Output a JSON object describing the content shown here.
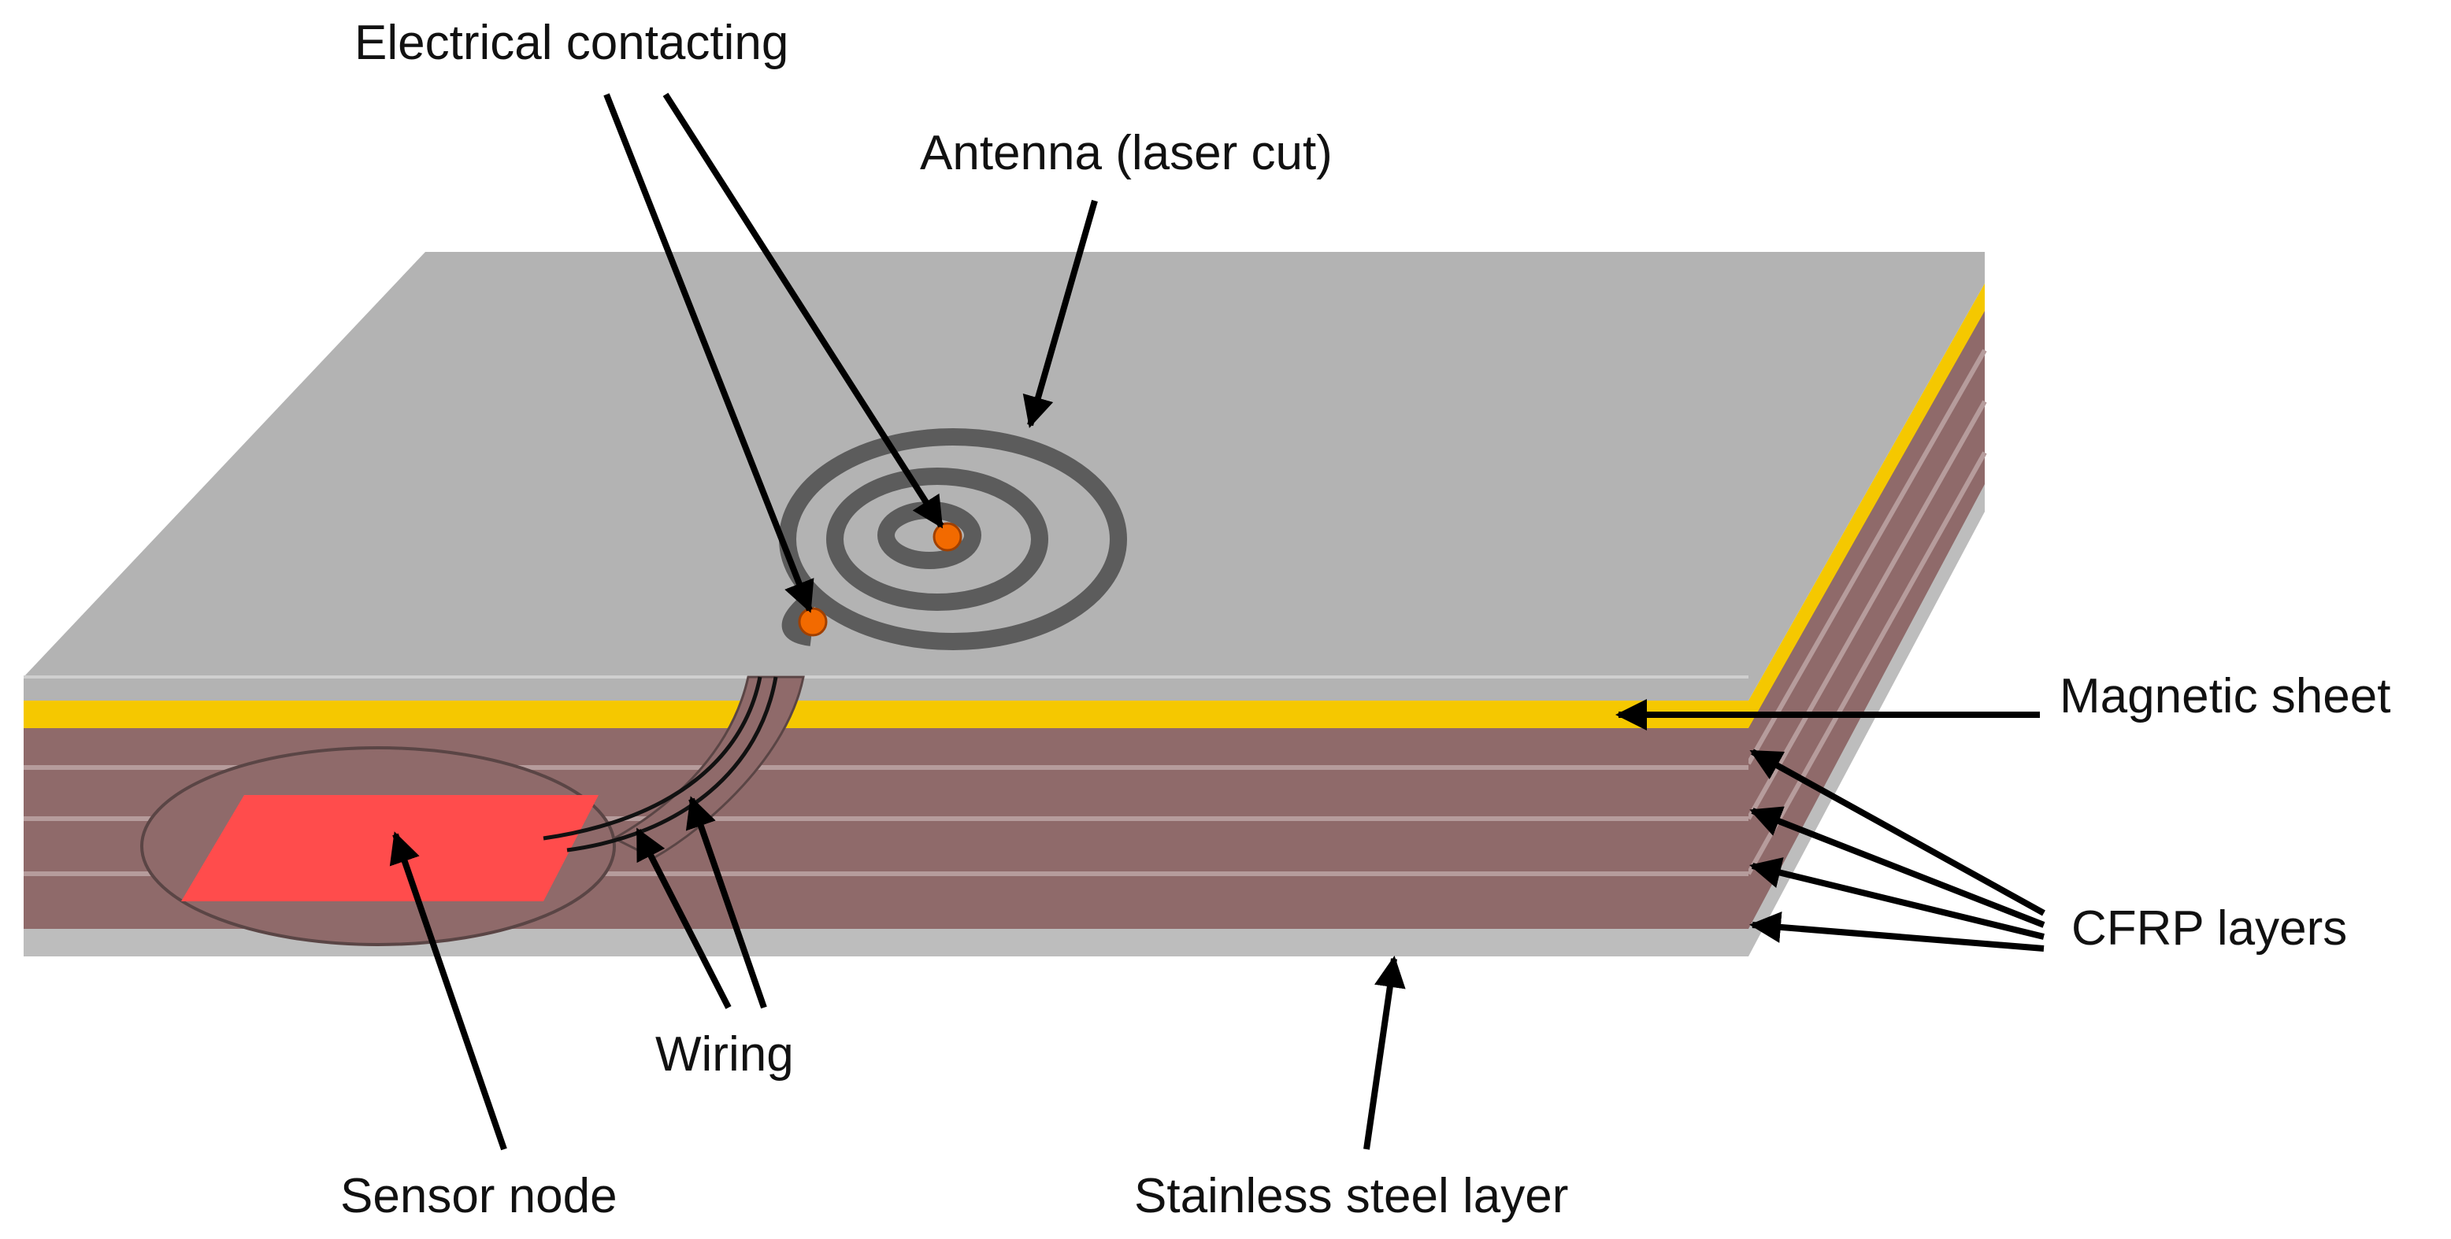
{
  "labels": {
    "electrical_contacting": "Electrical contacting",
    "antenna": "Antenna (laser cut)",
    "magnetic_sheet": "Magnetic sheet",
    "cfrp_layers": "CFRP layers",
    "wiring": "Wiring",
    "sensor_node": "Sensor node",
    "stainless_steel": "Stainless steel layer"
  },
  "colors": {
    "top_plate": "#b3b3b3",
    "magnetic_sheet": "#f5c800",
    "cfrp": "#8f6a6a",
    "cfrp_line": "#b69c9c",
    "steel": "#bdbdbd",
    "sensor_node": "#ff4c4c",
    "antenna": "#5c5c5c",
    "contact": "#f26a00",
    "arrow": "#000000"
  }
}
